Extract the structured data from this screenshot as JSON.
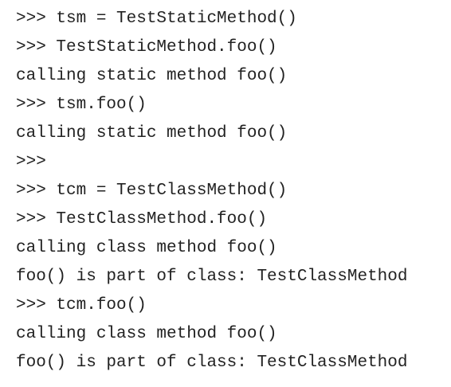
{
  "session": {
    "lines": [
      ">>> tsm = TestStaticMethod()",
      ">>> TestStaticMethod.foo()",
      "calling static method foo()",
      ">>> tsm.foo()",
      "calling static method foo()",
      ">>>",
      ">>> tcm = TestClassMethod()",
      ">>> TestClassMethod.foo()",
      "calling class method foo()",
      "foo() is part of class: TestClassMethod",
      ">>> tcm.foo()",
      "calling class method foo()",
      "foo() is part of class: TestClassMethod"
    ]
  }
}
